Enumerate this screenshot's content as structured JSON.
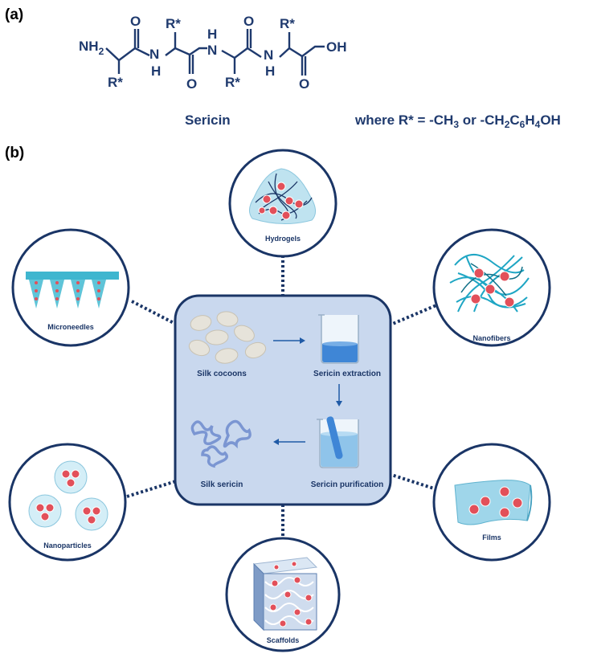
{
  "panel_a": {
    "label": "(a)",
    "molecule_name": "Sericin",
    "atoms": {
      "nh2": "NH",
      "nh2_sub": "2",
      "o": "O",
      "h": "H",
      "n": "N",
      "oh": "OH",
      "r": "R*"
    },
    "where_prefix": "where R* = -CH",
    "where_sub1": "3",
    "where_mid": " or -CH",
    "where_sub2": "2",
    "where_c": "C",
    "where_sub3": "6",
    "where_h": "H",
    "where_sub4": "4",
    "where_suffix": "OH"
  },
  "panel_b": {
    "label": "(b)",
    "center": {
      "silk_cocoons": "Silk cocoons",
      "sericin_extraction": "Sericin extraction",
      "sericin_purification": "Sericin purification",
      "silk_sericin": "Silk sericin"
    },
    "applications": {
      "hydrogels": "Hydrogels",
      "nanofibers": "Nanofibers",
      "films": "Films",
      "scaffolds": "Scaffolds",
      "nanoparticles": "Nanoparticles",
      "microneedles": "Microneedles"
    }
  },
  "colors": {
    "navy": "#1f3a6e",
    "box_fill": "#c9d8ee",
    "circle_stroke": "#1a3566",
    "drug_red": "#e2505a",
    "cyan": "#3fb6cf",
    "light_blue": "#9fd6ea"
  }
}
